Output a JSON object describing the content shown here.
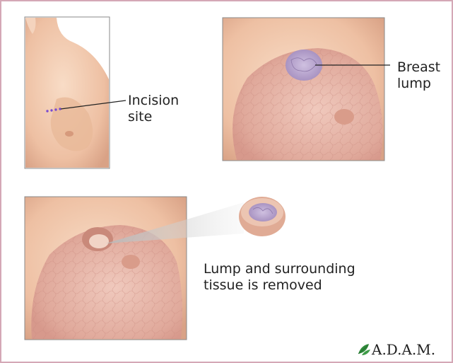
{
  "labels": {
    "incision_line1": "Incision",
    "incision_line2": "site",
    "lump_line1": "Breast",
    "lump_line2": "lump",
    "removed_line1": "Lump and surrounding",
    "removed_line2": "tissue is removed"
  },
  "brand": {
    "name": "A.D.A.M."
  },
  "colors": {
    "border": "#d4a8b6",
    "skin": "#f2c7ab",
    "tissue": "#e6b5a8",
    "lump": "#b9a5cc",
    "incision_dots": "#7a4ccf",
    "brand_leaf": "#2f8a3a"
  }
}
